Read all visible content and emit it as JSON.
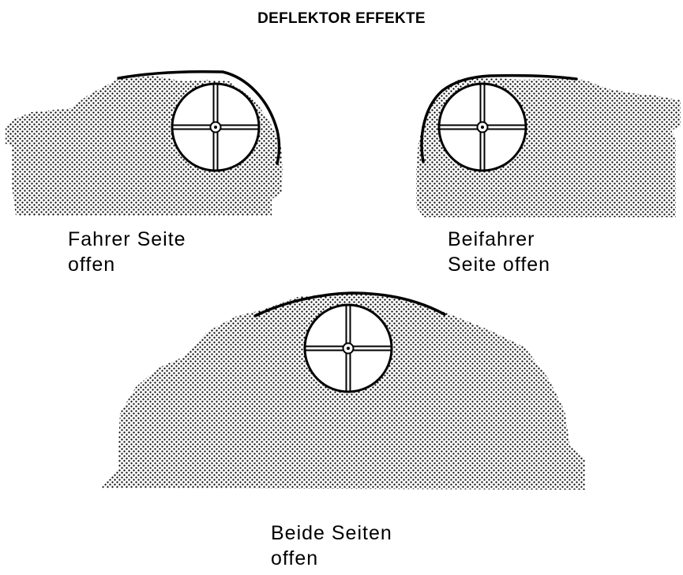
{
  "title": "DEFLEKTOR EFFEKTE",
  "scenarios": [
    {
      "id": "driver",
      "side_open": "left",
      "caption_lines": [
        "Fahrer Seite",
        "offen"
      ]
    },
    {
      "id": "passenger",
      "side_open": "right",
      "caption_lines": [
        "Beifahrer",
        "Seite offen"
      ]
    },
    {
      "id": "both",
      "side_open": "both",
      "caption_lines": [
        "Beide Seiten",
        "offen"
      ]
    }
  ],
  "colors": {
    "stroke": "#000000",
    "pattern_dot": "#000000",
    "background": "#ffffff"
  }
}
